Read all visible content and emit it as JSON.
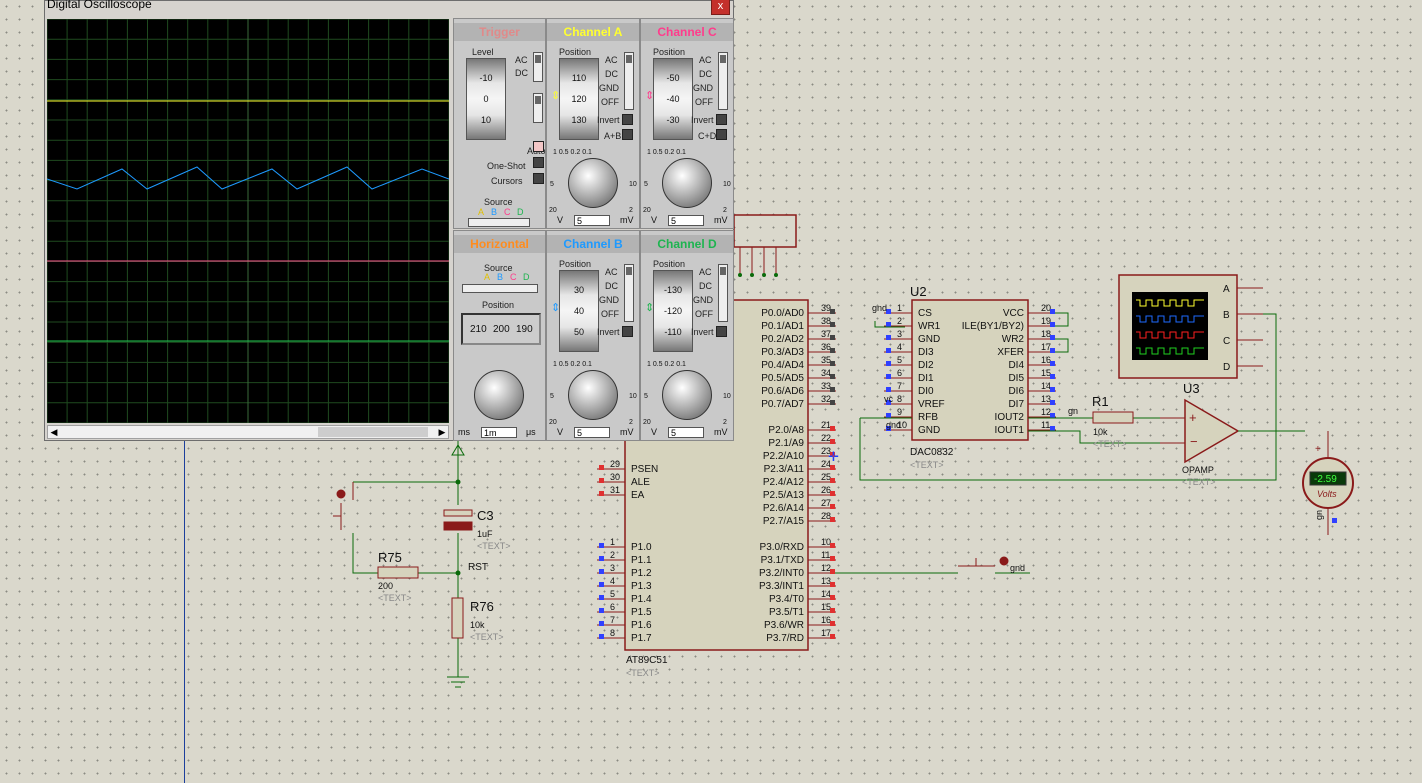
{
  "window": {
    "title": "Digital Oscilloscope",
    "close": "x"
  },
  "panels": {
    "trigger": {
      "title": "Trigger",
      "level_label": "Level",
      "drum": [
        "-10",
        "0",
        "10"
      ],
      "ac": "AC",
      "dc": "DC",
      "auto": "Auto",
      "one_shot": "One-Shot",
      "cursors": "Cursors",
      "source_label": "Source",
      "sources": [
        "A",
        "B",
        "C",
        "D"
      ]
    },
    "channel_a": {
      "title": "Channel A",
      "position_label": "Position",
      "drum": [
        "110",
        "120",
        "130"
      ],
      "modes": [
        "AC",
        "DC",
        "GND",
        "OFF"
      ],
      "invert": "Invert",
      "sum": "A+B",
      "value": "5",
      "unit_left": "V",
      "unit_right": "mV",
      "color": "#ffff30"
    },
    "channel_c": {
      "title": "Channel C",
      "position_label": "Position",
      "drum": [
        "-50",
        "-40",
        "-30"
      ],
      "modes": [
        "AC",
        "DC",
        "GND",
        "OFF"
      ],
      "invert": "Invert",
      "sum": "C+D",
      "value": "5",
      "unit_left": "V",
      "unit_right": "mV",
      "color": "#ff3c8c"
    },
    "horizontal": {
      "title": "Horizontal",
      "source_label": "Source",
      "sources": [
        "A",
        "B",
        "C",
        "D"
      ],
      "position_label": "Position",
      "drum": [
        "210",
        "200",
        "190"
      ],
      "value": "1m",
      "unit_left": "ms",
      "unit_right": "μs",
      "color": "#ff8c1e"
    },
    "channel_b": {
      "title": "Channel B",
      "position_label": "Position",
      "drum": [
        "30",
        "40",
        "50"
      ],
      "modes": [
        "AC",
        "DC",
        "GND",
        "OFF"
      ],
      "invert": "Invert",
      "value": "5",
      "unit_left": "V",
      "unit_right": "mV",
      "color": "#1e9aff"
    },
    "channel_d": {
      "title": "Channel D",
      "position_label": "Position",
      "drum": [
        "-130",
        "-120",
        "-110"
      ],
      "modes": [
        "AC",
        "DC",
        "GND",
        "OFF"
      ],
      "invert": "Invert",
      "value": "5",
      "unit_left": "V",
      "unit_right": "mV",
      "color": "#1eb450"
    }
  },
  "schematic": {
    "mcu": {
      "name": "AT89C51",
      "text": "<TEXT>",
      "p0": [
        "P0.0/AD0",
        "P0.1/AD1",
        "P0.2/AD2",
        "P0.3/AD3",
        "P0.4/AD4",
        "P0.5/AD5",
        "P0.6/AD6",
        "P0.7/AD7"
      ],
      "p0_pins": [
        "39",
        "38",
        "37",
        "36",
        "35",
        "34",
        "33",
        "32"
      ],
      "p2": [
        "P2.0/A8",
        "P2.1/A9",
        "P2.2/A10",
        "P2.3/A11",
        "P2.4/A12",
        "P2.5/A13",
        "P2.6/A14",
        "P2.7/A15"
      ],
      "p2_pins": [
        "21",
        "22",
        "23",
        "24",
        "25",
        "26",
        "27",
        "28"
      ],
      "p3": [
        "P3.0/RXD",
        "P3.1/TXD",
        "P3.2/INT0",
        "P3.3/INT1",
        "P3.4/T0",
        "P3.5/T1",
        "P3.6/WR",
        "P3.7/RD"
      ],
      "p3_pins": [
        "10",
        "11",
        "12",
        "13",
        "14",
        "15",
        "16",
        "17"
      ],
      "ctrl": [
        "PSEN",
        "ALE",
        "EA"
      ],
      "ctrl_pins": [
        "29",
        "30",
        "31"
      ],
      "p1": [
        "P1.0",
        "P1.1",
        "P1.2",
        "P1.3",
        "P1.4",
        "P1.5",
        "P1.6",
        "P1.7"
      ],
      "p1_pins": [
        "1",
        "2",
        "3",
        "4",
        "5",
        "6",
        "7",
        "8"
      ]
    },
    "dac": {
      "ref": "U2",
      "name": "DAC0832",
      "text": "<TEXT>",
      "left": [
        "CS",
        "WR1",
        "GND",
        "DI3",
        "DI2",
        "DI1",
        "DI0",
        "VREF",
        "RFB",
        "GND"
      ],
      "left_pins": [
        "1",
        "2",
        "3",
        "4",
        "5",
        "6",
        "7",
        "8",
        "9",
        "10"
      ],
      "right": [
        "VCC",
        "ILE(BY1/BY2)",
        "WR2",
        "XFER",
        "DI4",
        "DI5",
        "DI6",
        "DI7",
        "IOUT2",
        "IOUT1"
      ],
      "right_pins": [
        "20",
        "19",
        "18",
        "17",
        "16",
        "15",
        "14",
        "13",
        "12",
        "11"
      ],
      "left_net_labels": [
        "gnd",
        "vc",
        "gnd"
      ],
      "right_net_label": "gn"
    },
    "r1": {
      "ref": "R1",
      "value": "10k",
      "text": "<TEXT>"
    },
    "opamp": {
      "ref": "U3",
      "name": "OPAMP",
      "text": "<TEXT>",
      "plus": "+",
      "minus": "−"
    },
    "scope": {
      "channels": [
        "A",
        "B",
        "C",
        "D"
      ]
    },
    "voltmeter": {
      "reading": "-2.59",
      "unit": "Volts",
      "net": "gn",
      "plus": "+"
    },
    "c3": {
      "ref": "C3",
      "value": "1uF",
      "text": "<TEXT>"
    },
    "r75": {
      "ref": "R75",
      "value": "200",
      "text": "<TEXT>"
    },
    "r76": {
      "ref": "R76",
      "value": "10k",
      "text": "<TEXT>"
    },
    "rst_label": "RST",
    "switch_net": "gnd"
  }
}
